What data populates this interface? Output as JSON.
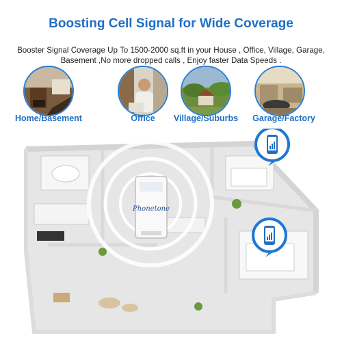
{
  "header": {
    "title": "Boosting Cell Signal for Wide Coverage",
    "subtitle": "Booster Signal Coverage Up To 1500-2000 sq.ft in your House , Office, Village, Garage, Basement ,No more dropped calls , Enjoy faster Data Speeds ."
  },
  "scenes": [
    {
      "label": "Home/Basement",
      "icon": "home-interior-photo"
    },
    {
      "label": "Office",
      "icon": "office-worker-photo"
    },
    {
      "label": "Village/Suburbs",
      "icon": "village-photo"
    },
    {
      "label": "Garage/Factory",
      "icon": "garage-photo"
    }
  ],
  "device": {
    "brand_text": "Phonetone"
  },
  "colors": {
    "accent": "#1f6fc5",
    "ring": "#2a7fd4",
    "floor": "#e6e6e6",
    "wall": "#f7f7f7"
  }
}
